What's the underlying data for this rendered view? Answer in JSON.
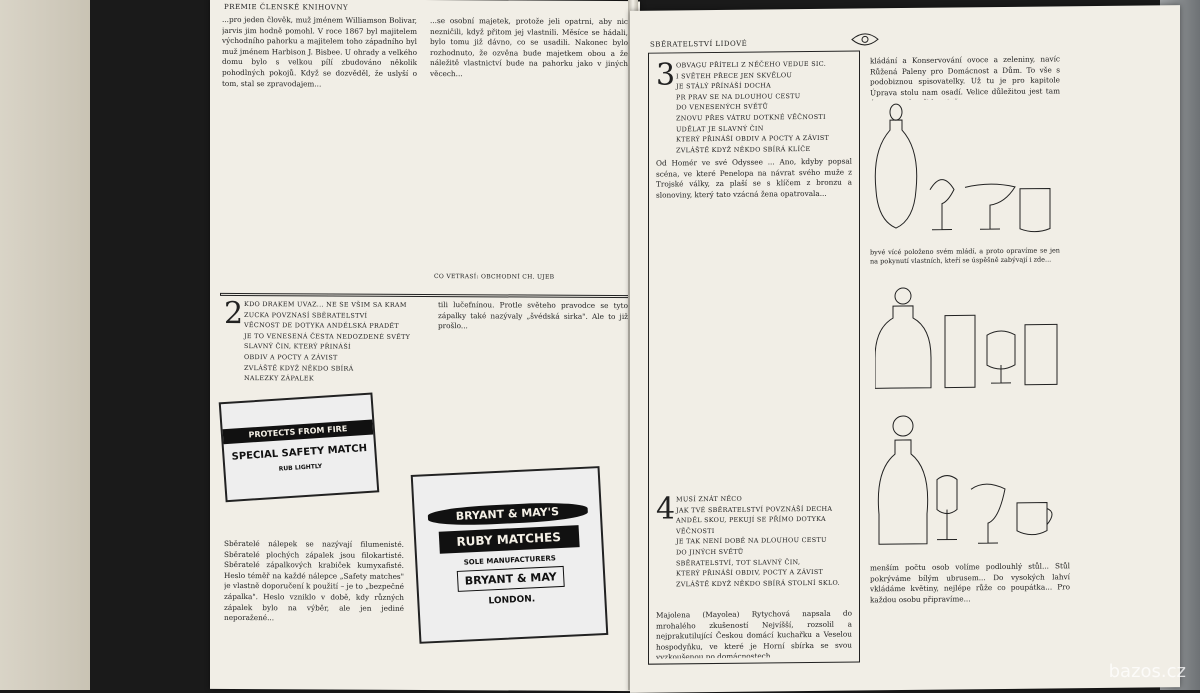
{
  "left_page": {
    "header": "PREMIE ČLENSKÉ KNIHOVNY",
    "col1": "...pro jeden člověk, muž jménem Williamson Bolivar, jarvis jim hodně pomohl. V roce 1867 byl majitelem východního pahorku a majitelem toho západního byl muž jménem Harbison J. Bisbee. U ohrady a velkého domu bylo s velkou pílí zbudováno několik pohodlných pokojů. Když se dozvěděl, že uslyší o tom, stal se zpravodajem...",
    "col2": "...se osobní majetek, protože jeli opatrni, aby nic nezničili, když přitom jej vlastnili. Měsíce se hádali, bylo tomu již dávno, co se usadili. Nakonec bylo rozhodnuto, že ozvěna bude majetkem obou a že náležitě vlastnictví bude na pahorku jako v jiných věcech...",
    "footnote": "CO VETRASÍ: OBCHODNÍ CH. UJEB",
    "section2_lines": [
      "KDO DRAKEM UVAZ... NE SE VŠIM SA KRAM",
      "ZUCKA POVZNASÍ SBĚRATELSTVÍ",
      "VĚCNOST DE DOTYKA ANDĚLSKÁ PRADĚT",
      "JE TO VENESENÁ ČESTA NEDOZDENÉ SVĚTY",
      "SLAVNÝ ČIN, KTERÝ PŘINÁŠÍ",
      "OBDIV A POCTY A ZÁVIST",
      "ZVLÁŠTĚ KDYŽ NĚKDO SBÍRÁ",
      "NALEZKY ZÁPALEK"
    ],
    "section2_text": "tili lučefnínou. Protle světeho pravodce se tyto zápalky také nazývaly „švédská sirka\". Ale to již prošlo...",
    "caption": "Sběratelé nálepek se nazývají filumenisté. Sběratelé plochých zápalek jsou filokartisté. Sběratelé zápalkových krabiček kumyxafisté. Heslo téměř na každé nálepce „Safety matches\" je vlastně doporučení k použití – je to „bezpečné zápalka\". Heslo vzniklo v době, kdy různých zápalek bylo na výběr, ale jen jediné neporažené..."
  },
  "matchbox1": {
    "band": "PROTECTS FROM FIRE",
    "text": "SPECIAL SAFETY MATCH",
    "side": "RUB LIGHTLY"
  },
  "matchbox2": {
    "top": "BRYANT & MAY'S",
    "mid": "RUBY MATCHES",
    "sole": "SOLE MANUFACTURERS",
    "name": "BRYANT & MAY",
    "city": "LONDON."
  },
  "right_page": {
    "header": "SBĚRATELSTVÍ LIDOVÉ",
    "section3_lines": [
      "OBVAGU PŘÍTELI Z NĚČEHO VEDUE SIC.",
      "I SVĚTEH PŘECE JEN SKVĚLOU",
      "JE STÁLÝ PŘÍNÁŠÍ DOCHA",
      "PR PRAV SE NA DLOUHOU CESTU",
      "DO VENESENÝCH SVĚTŮ",
      "ZNOVU PŘES VÁTRU DOTKNÉ VĚČNOSTI",
      "UDĚLAT JE SLAVNÝ ČIN",
      "KTERÝ PŘINÁŠÍ OBDIV A POCTY A ZÁVIST",
      "ZVLÁŠTĚ KDYŽ NĚKDO SBÍRÁ KLÍČE"
    ],
    "body1": "Od Homér ve své Odyssee ... Ano, kdyby popsal scéna, ve které Penelopa na návrat svého muže z Trojské války, za plaší se s klíčem z bronzu a slonoviny, který tato vzácná žena opatrovala...",
    "section4_lines": [
      "MUSÍ ZNÁT NĚCO",
      "JAK TVÉ SBĚRATELSTVÍ POVZNÁŠÍ DECHA",
      "ANDĚL SKOU, PEKUJÍ SE PŘÍMO DOTYKA VĚČNOSTI",
      "JE TAK NENÍ DOBĚ NA DLOUHOU CESTU",
      "DO JINÝCH SVĚTŮ",
      "SBĚRATELSTVÍ, TOT SLAVNÝ ČIN,",
      "KTERÝ PŘINÁŠÍ OBDIV, POCTY A ZÁVIST",
      "ZVLÁŠTĚ KDYŽ NĚKDO SBÍRÁ STOLNÍ SKLO."
    ],
    "body2": "Majolena (Mayolea) Rytychová napsala do mrohalého zkušeností Nejvíšší, rozsolil a nejprakutilující Českou domácí kuchařku a Veselou hospodyňku, ve které je Horní sbírka se svou vyzkoušenou po domácnostech...",
    "side_text": "kládání a Konservování ovoce a zeleniny, navíc Růžená Paleny pro Domácnost a Dům. To vše s podobiznou spisovatelky. Už tu je pro kapitole Úprava stolu nam osadí. Velice důležitou jest tam úprava stolu při hostině.",
    "glass_caption": "byvé vícé položeno svém mládí, a proto opravíme se jen na pokynutí vlastních, kteří se úspěšně zabývají i zde...",
    "glass_bottom": "menším počtu osob volíme podlouhlý stůl... Stůl pokrýváme bílým ubrusem... Do vysokých lahví vkládáme květiny, nejlépe růže co poupátka... Pro každou osobu připravíme..."
  },
  "watermark": "bazos.cz"
}
